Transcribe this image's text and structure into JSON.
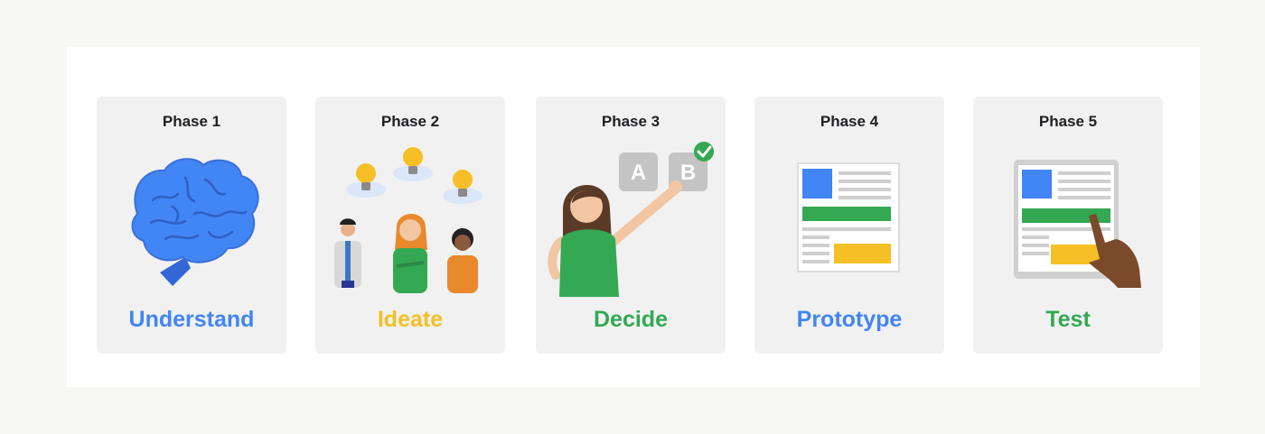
{
  "colors": {
    "blue": "#4285f4",
    "yellow": "#f6bf26",
    "green": "#34a853"
  },
  "phases": [
    {
      "label": "Phase 1",
      "name": "Understand",
      "color": "#4285f4",
      "icon": "brain-icon"
    },
    {
      "label": "Phase 2",
      "name": "Ideate",
      "color": "#f6bf26",
      "icon": "team-ideas-icon"
    },
    {
      "label": "Phase 3",
      "name": "Decide",
      "color": "#34a853",
      "icon": "decision-ab-icon"
    },
    {
      "label": "Phase 4",
      "name": "Prototype",
      "color": "#4285f4",
      "icon": "document-layout-icon"
    },
    {
      "label": "Phase 5",
      "name": "Test",
      "color": "#34a853",
      "icon": "tap-test-icon"
    }
  ],
  "decide": {
    "option_a": "A",
    "option_b": "B"
  }
}
